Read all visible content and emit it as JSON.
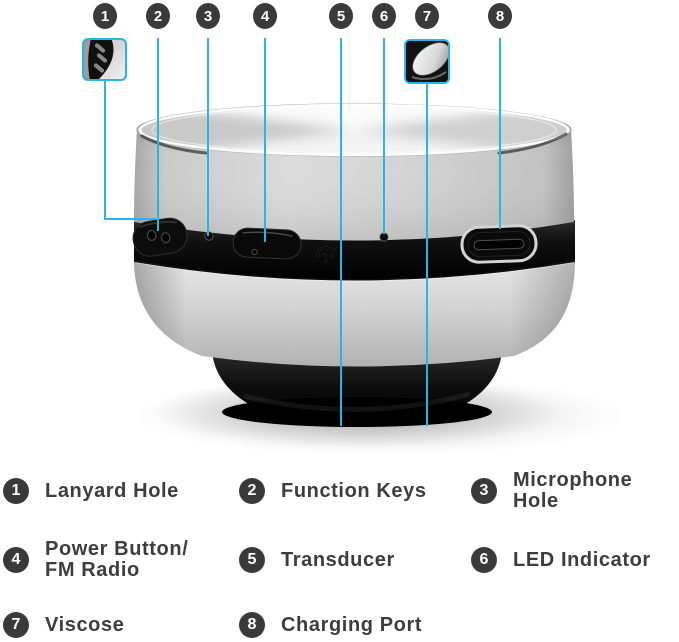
{
  "figure": {
    "type": "annotated-product-diagram",
    "accent_color": "#2bb4e8",
    "number_circle_color": "#3a3a3a",
    "label_text_color": "#3d3d3d"
  },
  "callouts": [
    "1",
    "2",
    "3",
    "4",
    "5",
    "6",
    "7",
    "8"
  ],
  "legend": {
    "items": [
      {
        "num": "1",
        "label": "Lanyard Hole"
      },
      {
        "num": "2",
        "label": "Function Keys"
      },
      {
        "num": "3",
        "label": "Microphone Hole"
      },
      {
        "num": "4",
        "label": "Power Button/\nFM Radio"
      },
      {
        "num": "5",
        "label": "Transducer"
      },
      {
        "num": "6",
        "label": "LED Indicator"
      },
      {
        "num": "7",
        "label": "Viscose"
      },
      {
        "num": "8",
        "label": "Charging Port"
      }
    ]
  }
}
